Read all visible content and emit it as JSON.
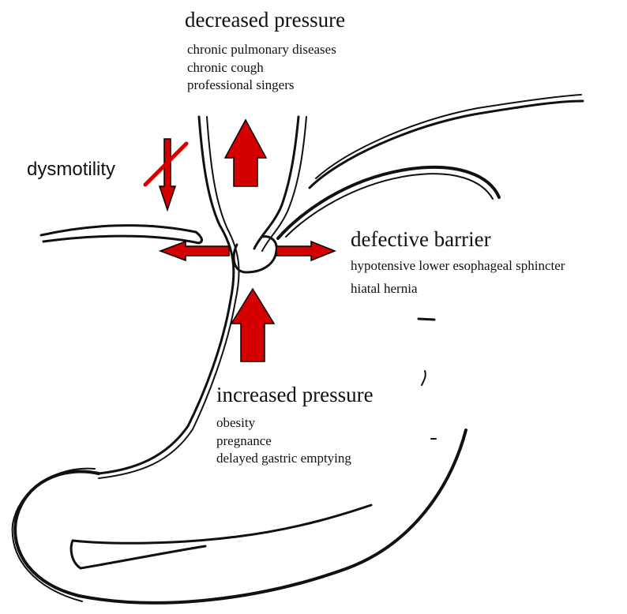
{
  "labels": {
    "decreased": {
      "heading": "decreased pressure",
      "items": [
        "chronic pulmonary diseases",
        "chronic cough",
        "professional singers"
      ]
    },
    "dysmotility": "dysmotility",
    "defective": {
      "heading": "defective barrier",
      "items": [
        "hypotensive lower esophageal sphincter",
        "hiatal hernia"
      ]
    },
    "increased": {
      "heading": "increased pressure",
      "items": [
        "obesity",
        "pregnance",
        "delayed gastric emptying"
      ]
    }
  },
  "colors": {
    "arrow_fill": "#d40000",
    "arrow_stroke": "#000000",
    "line": "#111111"
  }
}
